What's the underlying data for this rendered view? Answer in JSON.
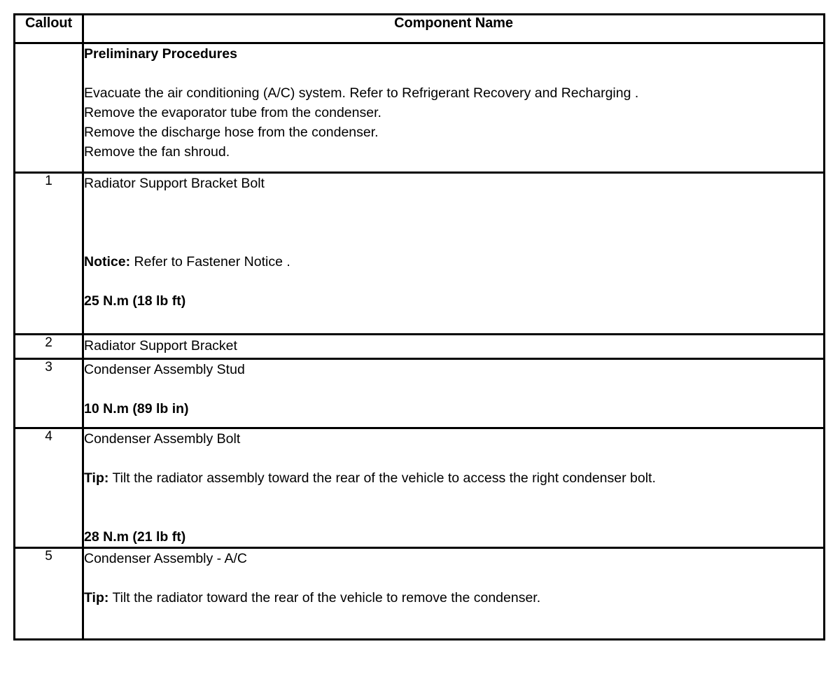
{
  "table": {
    "headers": {
      "callout": "Callout",
      "component_name": "Component Name"
    },
    "preliminary": {
      "heading": "Preliminary Procedures",
      "steps": [
        "Evacuate the air conditioning (A/C) system. Refer to Refrigerant Recovery and Recharging .",
        "Remove the evaporator tube from the condenser.",
        "Remove the discharge hose from the condenser.",
        "Remove the fan shroud."
      ]
    },
    "rows": [
      {
        "callout": "1",
        "name": "Radiator Support Bracket Bolt",
        "note_label": "Notice:",
        "note_text": " Refer to Fastener Notice .",
        "torque": "25 N.m (18 lb ft)"
      },
      {
        "callout": "2",
        "name": "Radiator Support Bracket",
        "note_label": "",
        "note_text": "",
        "torque": ""
      },
      {
        "callout": "3",
        "name": "Condenser Assembly Stud",
        "note_label": "",
        "note_text": "",
        "torque": "10 N.m (89 lb in)"
      },
      {
        "callout": "4",
        "name": "Condenser Assembly Bolt",
        "note_label": "Tip:",
        "note_text": " Tilt the radiator assembly toward the rear of the vehicle to access the right condenser bolt.",
        "torque": "28 N.m (21 lb ft)"
      },
      {
        "callout": "5",
        "name": "Condenser Assembly - A/C",
        "note_label": "Tip:",
        "note_text": " Tilt the radiator toward the rear of the vehicle to remove the condenser.",
        "torque": ""
      }
    ]
  },
  "colors": {
    "border": "#000000",
    "text": "#000000",
    "background": "#ffffff"
  }
}
